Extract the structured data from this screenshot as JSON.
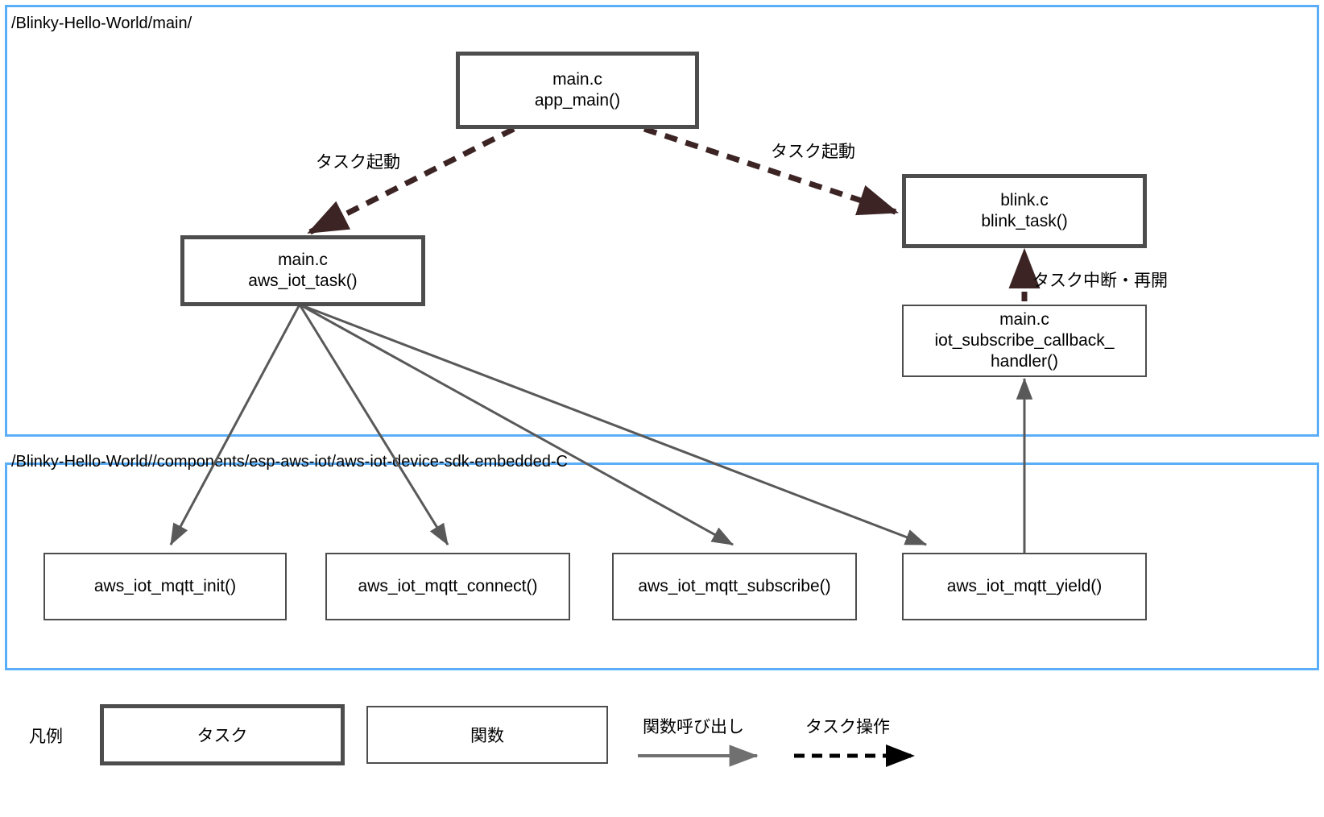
{
  "diagram": {
    "title": "ESP32 Blinky-Hello-World task / function call diagram",
    "colors": {
      "group_border": "#5aaef7",
      "task_border": "#4d4d4d",
      "func_border": "#4d4d4d",
      "call_arrow": "#595959",
      "task_arrow": "#3d2424",
      "legend_task_arrow": "#000000",
      "text": "#000000",
      "background": "#ffffff"
    },
    "groups": [
      {
        "id": "group-main",
        "label": "/Blinky-Hello-World/main/"
      },
      {
        "id": "group-sdk",
        "label": "/Blinky-Hello-World//components/esp-aws-iot/aws-iot-device-sdk-embedded-C"
      }
    ],
    "nodes": [
      {
        "id": "app-main",
        "kind": "task",
        "label": "main.c\napp_main()"
      },
      {
        "id": "aws-iot-task",
        "kind": "task",
        "label": "main.c\naws_iot_task()"
      },
      {
        "id": "blink-task",
        "kind": "task",
        "label": "blink.c\nblink_task()"
      },
      {
        "id": "iot-subscribe-cb",
        "kind": "func",
        "label": "main.c\niot_subscribe_callback_\nhandler()"
      },
      {
        "id": "mqtt-init",
        "kind": "func",
        "label": "aws_iot_mqtt_init()"
      },
      {
        "id": "mqtt-connect",
        "kind": "func",
        "label": "aws_iot_mqtt_connect()"
      },
      {
        "id": "mqtt-subscribe",
        "kind": "func",
        "label": "aws_iot_mqtt_subscribe()"
      },
      {
        "id": "mqtt-yield",
        "kind": "func",
        "label": "aws_iot_mqtt_yield()"
      }
    ],
    "edge_labels": [
      {
        "id": "edge-label-start-left",
        "text": "タスク起動"
      },
      {
        "id": "edge-label-start-right",
        "text": "タスク起動"
      },
      {
        "id": "edge-label-suspend",
        "text": "タスク中断・再開"
      }
    ],
    "edges": [
      {
        "from": "app-main",
        "to": "aws-iot-task",
        "style": "task-op",
        "label": "タスク起動"
      },
      {
        "from": "app-main",
        "to": "blink-task",
        "style": "task-op",
        "label": "タスク起動"
      },
      {
        "from": "iot-subscribe-cb",
        "to": "blink-task",
        "style": "task-op",
        "label": "タスク中断・再開"
      },
      {
        "from": "aws-iot-task",
        "to": "mqtt-init",
        "style": "function-call",
        "label": ""
      },
      {
        "from": "aws-iot-task",
        "to": "mqtt-connect",
        "style": "function-call",
        "label": ""
      },
      {
        "from": "aws-iot-task",
        "to": "mqtt-subscribe",
        "style": "function-call",
        "label": ""
      },
      {
        "from": "aws-iot-task",
        "to": "mqtt-yield",
        "style": "function-call",
        "label": ""
      },
      {
        "from": "mqtt-yield",
        "to": "iot-subscribe-cb",
        "style": "function-call",
        "label": ""
      }
    ],
    "legend": {
      "title": "凡例",
      "task_box_label": "タスク",
      "func_box_label": "関数",
      "call_label": "関数呼び出し",
      "task_op_label": "タスク操作"
    }
  }
}
